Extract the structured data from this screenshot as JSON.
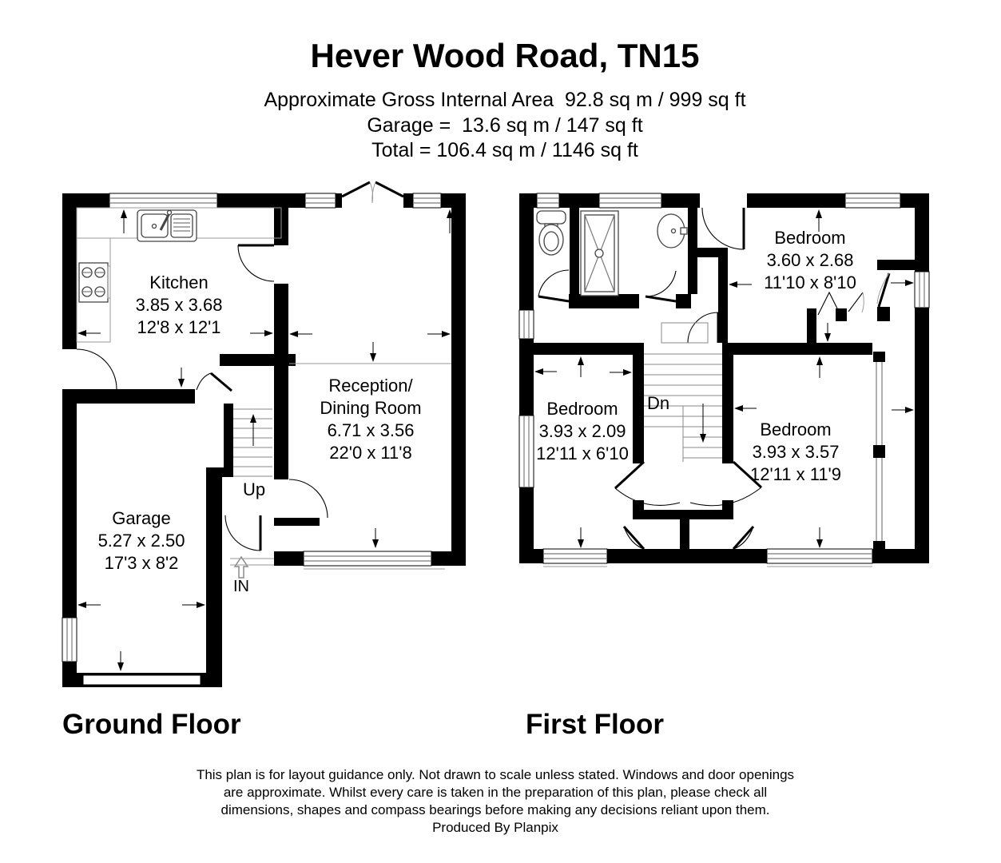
{
  "header": {
    "title": "Hever Wood Road, TN15",
    "area_lines": [
      "Approximate Gross Internal Area  92.8 sq m / 999 sq ft",
      "Garage =  13.6 sq m / 147 sq ft",
      "Total = 106.4 sq m / 1146 sq ft"
    ]
  },
  "ground_floor": {
    "label": "Ground Floor",
    "rooms": [
      {
        "name_lines": [
          "Kitchen"
        ],
        "metric": "3.85 x 3.68",
        "imperial": "12'8 x 12'1"
      },
      {
        "name_lines": [
          "Reception/",
          "Dining Room"
        ],
        "metric": "6.71 x 3.56",
        "imperial": "22'0 x 11'8"
      },
      {
        "name_lines": [
          "Garage"
        ],
        "metric": "5.27 x 2.50",
        "imperial": "17'3 x 8'2"
      }
    ],
    "stair_label": "Up",
    "entrance_label": "IN"
  },
  "first_floor": {
    "label": "First Floor",
    "rooms": [
      {
        "name_lines": [
          "Bedroom"
        ],
        "metric": "3.60 x 2.68",
        "imperial": "11'10 x 8'10"
      },
      {
        "name_lines": [
          "Bedroom"
        ],
        "metric": "3.93 x 2.09",
        "imperial": "12'11 x 6'10"
      },
      {
        "name_lines": [
          "Bedroom"
        ],
        "metric": "3.93 x 3.57",
        "imperial": "12'11 x 11'9"
      }
    ],
    "stair_label": "Dn"
  },
  "fixtures": {
    "ground_floor": [
      "kitchen-sink-icon",
      "hob-icon"
    ],
    "first_floor": [
      "toilet-icon",
      "shower-icon",
      "basin-icon"
    ]
  },
  "footer": {
    "lines": [
      "This plan is for layout guidance only. Not drawn to scale unless stated. Windows and door openings",
      "are approximate. Whilst every care is taken in the preparation of this plan, please check all",
      "dimensions, shapes and compass bearings before making any decisions reliant upon them.",
      "Produced By Planpix"
    ]
  },
  "colors": {
    "wall": "#000000",
    "background": "#ffffff",
    "thin_line": "#9a9a9a"
  }
}
